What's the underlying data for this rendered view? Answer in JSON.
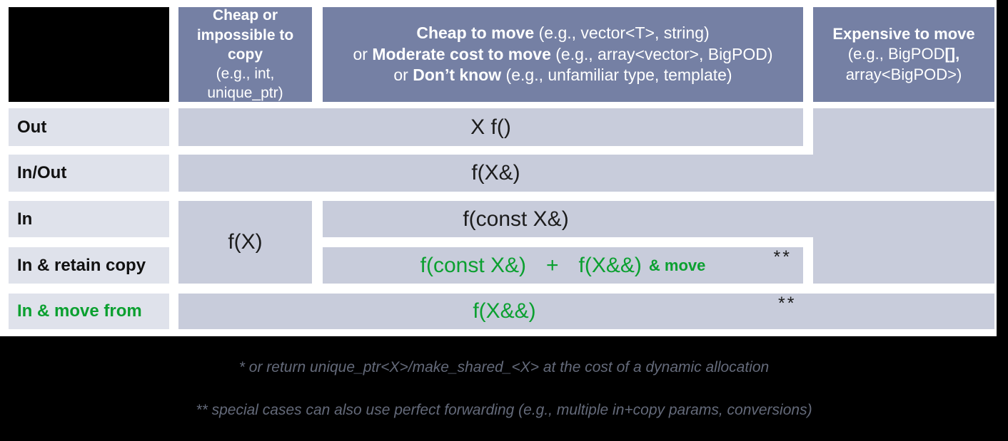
{
  "colors": {
    "header_bg": "#7580a4",
    "cell_bg": "#c8ccdb",
    "label_bg": "#dfe2eb",
    "accent_green": "#0ba030",
    "footnote_text": "#646a7a",
    "frame": "#000000"
  },
  "table": {
    "col_headers": {
      "col1": [
        {
          "t": "Cheap or impossible to copy",
          "b": true
        },
        {
          "t": " (e.g., int, unique_ptr)",
          "b": false
        }
      ],
      "col2_line1": [
        {
          "t": "Cheap to move",
          "b": true
        },
        {
          "t": " (e.g., vector<T>, string)",
          "b": false
        }
      ],
      "col2_line2": [
        {
          "t": "or ",
          "b": false
        },
        {
          "t": "Moderate cost to move",
          "b": true
        },
        {
          "t": " (e.g., array<vector>, BigPOD)",
          "b": false
        }
      ],
      "col2_line3": [
        {
          "t": "or ",
          "b": false
        },
        {
          "t": "Don’t know",
          "b": true
        },
        {
          "t": " (e.g., unfamiliar type, template)",
          "b": false
        }
      ],
      "col3_line1": [
        {
          "t": "Expensive to move",
          "b": true
        }
      ],
      "col3_line2": [
        {
          "t": "(e.g., BigPOD",
          "b": false
        },
        {
          "t": "[],",
          "b": true
        }
      ],
      "col3_line3": [
        {
          "t": "array<BigPOD>)",
          "b": false
        }
      ]
    },
    "row_labels": [
      "Out",
      "In/Out",
      "In",
      "In & retain copy",
      "In & move from"
    ],
    "cells": {
      "out": "X f()",
      "inout": "f(X&)",
      "in_by_value": "f(X)",
      "in_const_ref": "f(const X&)",
      "retain": {
        "part1": "f(const X&)",
        "plus": "+",
        "part2": "f(X&&)",
        "suffix": "& move",
        "note": "**"
      },
      "movefrom": {
        "formula": "f(X&&)",
        "note": "**"
      }
    }
  },
  "footnotes": [
    "* or return unique_ptr<X>/make_shared_<X> at the cost of a dynamic allocation",
    "** special cases can also use perfect forwarding (e.g., multiple in+copy params, conversions)"
  ]
}
